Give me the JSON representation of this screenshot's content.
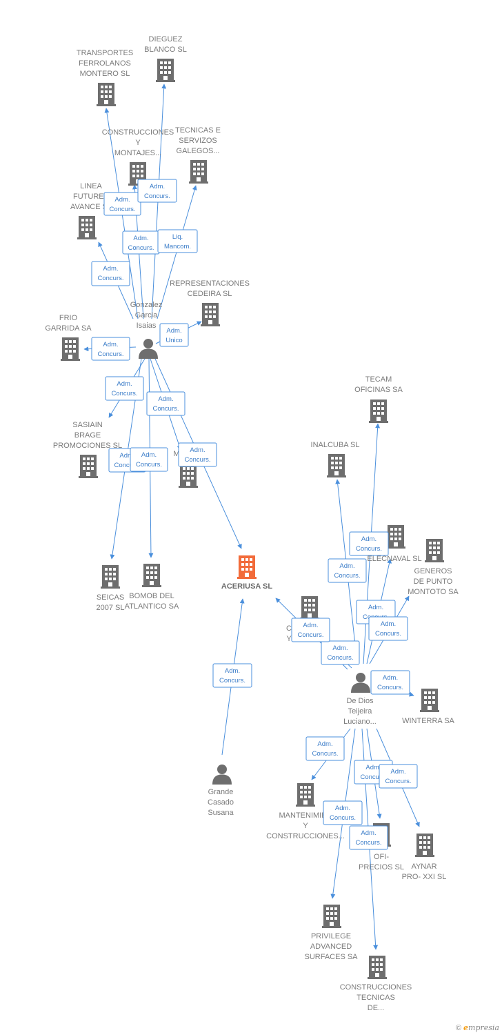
{
  "colors": {
    "edge": "#4a8fdc",
    "building": "#6e6e6e",
    "focus_building": "#f26b3a",
    "person": "#6e6e6e",
    "label": "#7a7a7a"
  },
  "nodes": {
    "dieguez": {
      "label": [
        "DIEGUEZ",
        "BLANCO SL"
      ],
      "kind": "company"
    },
    "transportes": {
      "label": [
        "TRANSPORTES",
        "FERROLANOS",
        "MONTERO SL"
      ],
      "kind": "company"
    },
    "construcciones_montajes": {
      "label": [
        "CONSTRUCCIONES",
        "Y",
        "MONTAJES..."
      ],
      "kind": "company"
    },
    "tecnicas_servizos": {
      "label": [
        "TECNICAS E",
        "SERVIZOS",
        "GALEGOS..."
      ],
      "kind": "company"
    },
    "linea_futurex": {
      "label": [
        "LINEA",
        "FUTUREX",
        "AVANCE SL"
      ],
      "kind": "company"
    },
    "representaciones": {
      "label": [
        "REPRESENTACIONES",
        "CEDEIRA SL"
      ],
      "kind": "company"
    },
    "gonzalez": {
      "label": [
        "Gonzalez",
        "Garcia",
        "Isaias"
      ],
      "kind": "person"
    },
    "frio_garrida": {
      "label": [
        "FRIO",
        "GARRIDA SA"
      ],
      "kind": "company"
    },
    "sasiain": {
      "label": [
        "SASIAIN",
        "BRAGE",
        "PROMOCIONES SL"
      ],
      "kind": "company"
    },
    "m_company": {
      "label": [
        "M"
      ],
      "kind": "company"
    },
    "seicas": {
      "label": [
        "SEICAS",
        "2007 SL"
      ],
      "kind": "company"
    },
    "bomob": {
      "label": [
        "BOMOB DEL",
        "ATLANTICO SA"
      ],
      "kind": "company"
    },
    "aceriusa": {
      "label": [
        "ACERIUSA SL"
      ],
      "kind": "focus"
    },
    "grande": {
      "label": [
        "Grande",
        "Casado",
        "Susana"
      ],
      "kind": "person"
    },
    "tecam": {
      "label": [
        "TECAM",
        "OFICINAS SA"
      ],
      "kind": "company"
    },
    "inalcuba": {
      "label": [
        "INALCUBA SL"
      ],
      "kind": "company"
    },
    "elecnaval": {
      "label": [
        "ELECNAVAL SL"
      ],
      "kind": "company"
    },
    "generos": {
      "label": [
        "GENEROS",
        "DE PUNTO",
        "MONTOTO SA"
      ],
      "kind": "company"
    },
    "c_company": {
      "label": [
        "C",
        "Y"
      ],
      "kind": "company"
    },
    "de_dios": {
      "label": [
        "De Dios",
        "Teijeira",
        "Luciano..."
      ],
      "kind": "person"
    },
    "winterra": {
      "label": [
        "WINTERRA SA"
      ],
      "kind": "company"
    },
    "mantenimientos": {
      "label": [
        "MANTENIMIEN",
        "Y",
        "CONSTRUCCIONES..."
      ],
      "kind": "company"
    },
    "ofi_precios": {
      "label": [
        "OFI-",
        "PRECIOS SL"
      ],
      "kind": "company"
    },
    "aynar": {
      "label": [
        "AYNAR",
        "PRO- XXI SL"
      ],
      "kind": "company"
    },
    "privilege": {
      "label": [
        "PRIVILEGE",
        "ADVANCED",
        "SURFACES SA"
      ],
      "kind": "company"
    },
    "construcciones_tecnicas": {
      "label": [
        "CONSTRUCCIONES",
        "TECNICAS",
        "DE..."
      ],
      "kind": "company"
    }
  },
  "edges": [
    {
      "from": "gonzalez",
      "to": "transportes",
      "role": [
        "Adm.",
        "Concurs."
      ]
    },
    {
      "from": "gonzalez",
      "to": "dieguez",
      "role": [
        "Adm.",
        "Concurs."
      ]
    },
    {
      "from": "gonzalez",
      "to": "construcciones_montajes",
      "role": [
        "Adm.",
        "Concurs."
      ]
    },
    {
      "from": "gonzalez",
      "to": "tecnicas_servizos",
      "role": [
        "Liq.",
        "Mancom."
      ]
    },
    {
      "from": "gonzalez",
      "to": "linea_futurex",
      "role": [
        "Adm.",
        "Concurs."
      ]
    },
    {
      "from": "gonzalez",
      "to": "representaciones",
      "role": [
        "Adm.",
        "Unico"
      ]
    },
    {
      "from": "gonzalez",
      "to": "frio_garrida",
      "role": [
        "Adm.",
        "Concurs."
      ]
    },
    {
      "from": "gonzalez",
      "to": "sasiain",
      "role": [
        "Adm.",
        "Concurs."
      ]
    },
    {
      "from": "gonzalez",
      "to": "m_company",
      "role": [
        "Adm.",
        "Concurs."
      ]
    },
    {
      "from": "gonzalez",
      "to": "seicas",
      "role": [
        "Adm.",
        "Concurs."
      ]
    },
    {
      "from": "gonzalez",
      "to": "bomob",
      "role": [
        "Adm.",
        "Concurs."
      ]
    },
    {
      "from": "gonzalez",
      "to": "aceriusa",
      "role": [
        "Adm.",
        "Concurs."
      ]
    },
    {
      "from": "grande",
      "to": "aceriusa",
      "role": [
        "Adm.",
        "Concurs."
      ]
    },
    {
      "from": "de_dios",
      "to": "aceriusa",
      "role": [
        "Adm.",
        "Concurs."
      ]
    },
    {
      "from": "de_dios",
      "to": "tecam",
      "role": [
        "Adm.",
        "Concurs."
      ]
    },
    {
      "from": "de_dios",
      "to": "inalcuba",
      "role": [
        "Adm.",
        "Concurs."
      ]
    },
    {
      "from": "de_dios",
      "to": "elecnaval",
      "role": [
        "Adm.",
        "Concurs."
      ]
    },
    {
      "from": "de_dios",
      "to": "generos",
      "role": [
        "Adm.",
        "Concurs."
      ]
    },
    {
      "from": "de_dios",
      "to": "c_company",
      "role": [
        "Adm.",
        "Concurs."
      ]
    },
    {
      "from": "de_dios",
      "to": "winterra",
      "role": [
        "Adm.",
        "Concurs."
      ]
    },
    {
      "from": "de_dios",
      "to": "mantenimientos",
      "role": [
        "Adm.",
        "Concurs."
      ]
    },
    {
      "from": "de_dios",
      "to": "ofi_precios",
      "role": [
        "Adm.",
        "Concurs."
      ]
    },
    {
      "from": "de_dios",
      "to": "aynar",
      "role": [
        "Adm.",
        "Concurs."
      ]
    },
    {
      "from": "de_dios",
      "to": "privilege",
      "role": [
        "Adm.",
        "Concurs."
      ]
    },
    {
      "from": "de_dios",
      "to": "construcciones_tecnicas",
      "role": [
        "Adm.",
        "Concurs."
      ]
    }
  ],
  "footer": {
    "copyright": "©",
    "brand_e": "e",
    "brand_rest": "mpresia"
  }
}
